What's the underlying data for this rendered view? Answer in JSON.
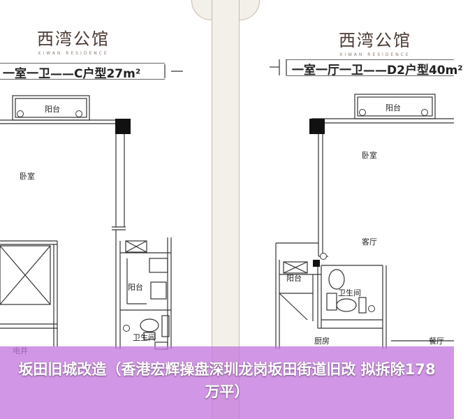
{
  "brand": {
    "name_cn": "西湾公馆",
    "name_en": "XIWAN RESIDENCE"
  },
  "plans": [
    {
      "title": "一室一卫——C户型27m²",
      "rooms": {
        "balcony_top": "阳台",
        "bedroom": "卧室",
        "balcony_side": "阳台",
        "bathroom": "卫生间",
        "shaft": "电井"
      }
    },
    {
      "title": "一室一厅一卫——D2户型40m²",
      "rooms": {
        "balcony_top": "阳台",
        "bedroom": "卧室",
        "living": "客厅",
        "balcony_side": "阳台",
        "bathroom": "卫生间",
        "kitchen": "厨房",
        "dining": "餐厅"
      }
    }
  ],
  "headline": "坂田旧城改造（香港宏辉操盘深圳龙岗坂田街道旧改 拟拆除178万平）"
}
